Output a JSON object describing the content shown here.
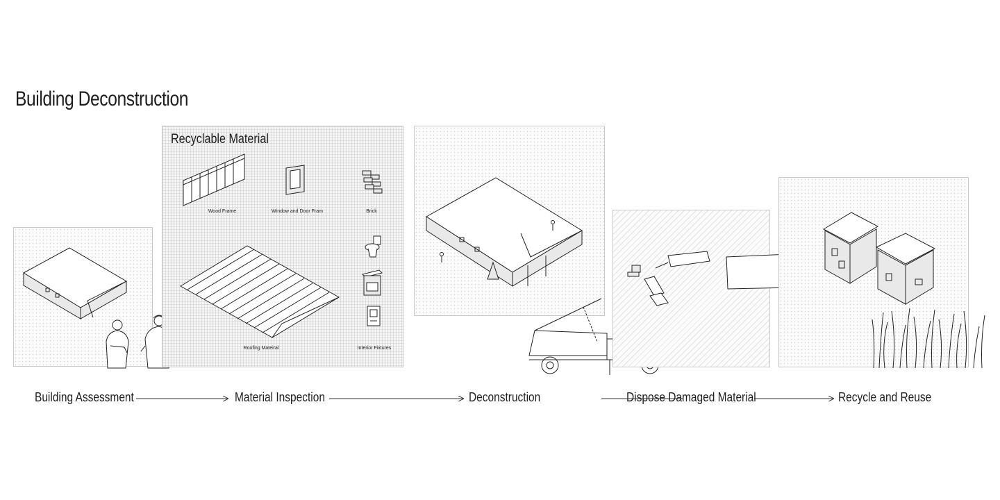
{
  "title": "Building Deconstruction",
  "materials_panel": {
    "title": "Recyclable Material",
    "items": [
      {
        "label": "Wood Frame",
        "icon": "wood-frame-icon"
      },
      {
        "label": "Window and Door Fram",
        "icon": "window-door-frame-icon"
      },
      {
        "label": "Brick",
        "icon": "brick-icon"
      },
      {
        "label": "Roofing Mateiral",
        "icon": "roofing-material-icon"
      },
      {
        "label": "Interior Fixtures",
        "icon": "interior-fixtures-icon"
      }
    ]
  },
  "steps": [
    {
      "label": "Building Assessment"
    },
    {
      "label": "Material Inspection"
    },
    {
      "label": "Deconstruction"
    },
    {
      "label": "Dispose Damaged Material"
    },
    {
      "label": "Recycle and Reuse"
    }
  ],
  "colors": {
    "line": "#222222",
    "panel_border": "#c9c9c9",
    "background": "#ffffff"
  }
}
